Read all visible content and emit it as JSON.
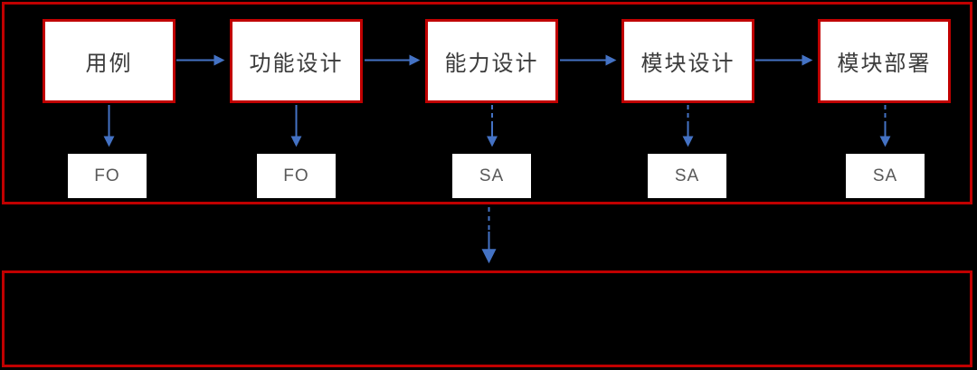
{
  "colors": {
    "background": "#000000",
    "frame_border": "#C00000",
    "node_border": "#C00000",
    "node_fill": "#FFFFFF",
    "node_text": "#3B3B3B",
    "tag_text": "#595959",
    "arrow": "#4472C4"
  },
  "pipeline": {
    "stages": [
      {
        "label": "用例",
        "tag": "FO",
        "tag_arrow_style": "solid"
      },
      {
        "label": "功能设计",
        "tag": "FO",
        "tag_arrow_style": "solid"
      },
      {
        "label": "能力设计",
        "tag": "SA",
        "tag_arrow_style": "dashed"
      },
      {
        "label": "模块设计",
        "tag": "SA",
        "tag_arrow_style": "dashed"
      },
      {
        "label": "模块部署",
        "tag": "SA",
        "tag_arrow_style": "dashed"
      }
    ]
  }
}
